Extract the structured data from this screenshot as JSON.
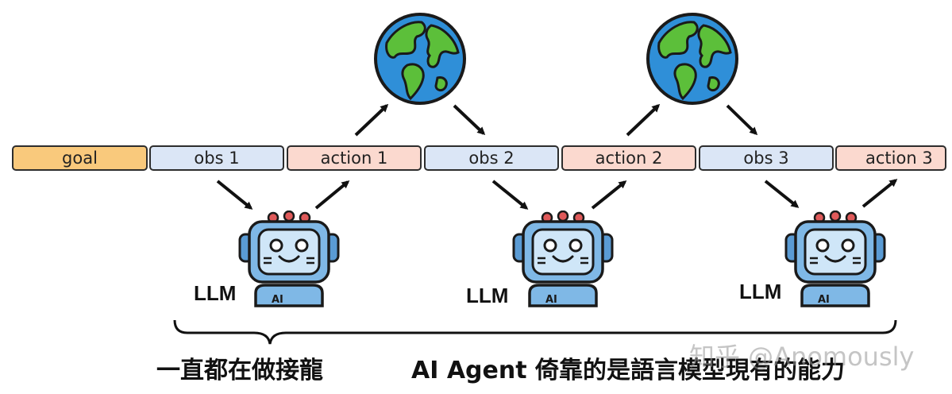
{
  "tokens": {
    "goal": "goal",
    "obs_1": "obs 1",
    "action_1": "action 1",
    "obs_2": "obs 2",
    "action_2": "action 2",
    "obs_3": "obs 3",
    "action_3": "action 3"
  },
  "llm_labels": [
    "LLM",
    "LLM",
    "LLM"
  ],
  "robot_badge": "AI",
  "captions": {
    "left": "一直都在做接龍",
    "right": "AI Agent 倚靠的是語言模型現有的能力"
  },
  "watermark": "知乎 @Anomously",
  "colors": {
    "goal": "#f9c97c",
    "obs": "#dbe6f6",
    "action": "#fbd9cf",
    "ocean": "#2f8fd8",
    "land": "#5cbf3a",
    "robot_face": "#cfe6f8",
    "robot_body": "#7fb8e6"
  },
  "icons": {
    "world": "globe-icon",
    "agent": "robot-icon",
    "flow": "arrow-icon",
    "group": "curly-brace"
  }
}
